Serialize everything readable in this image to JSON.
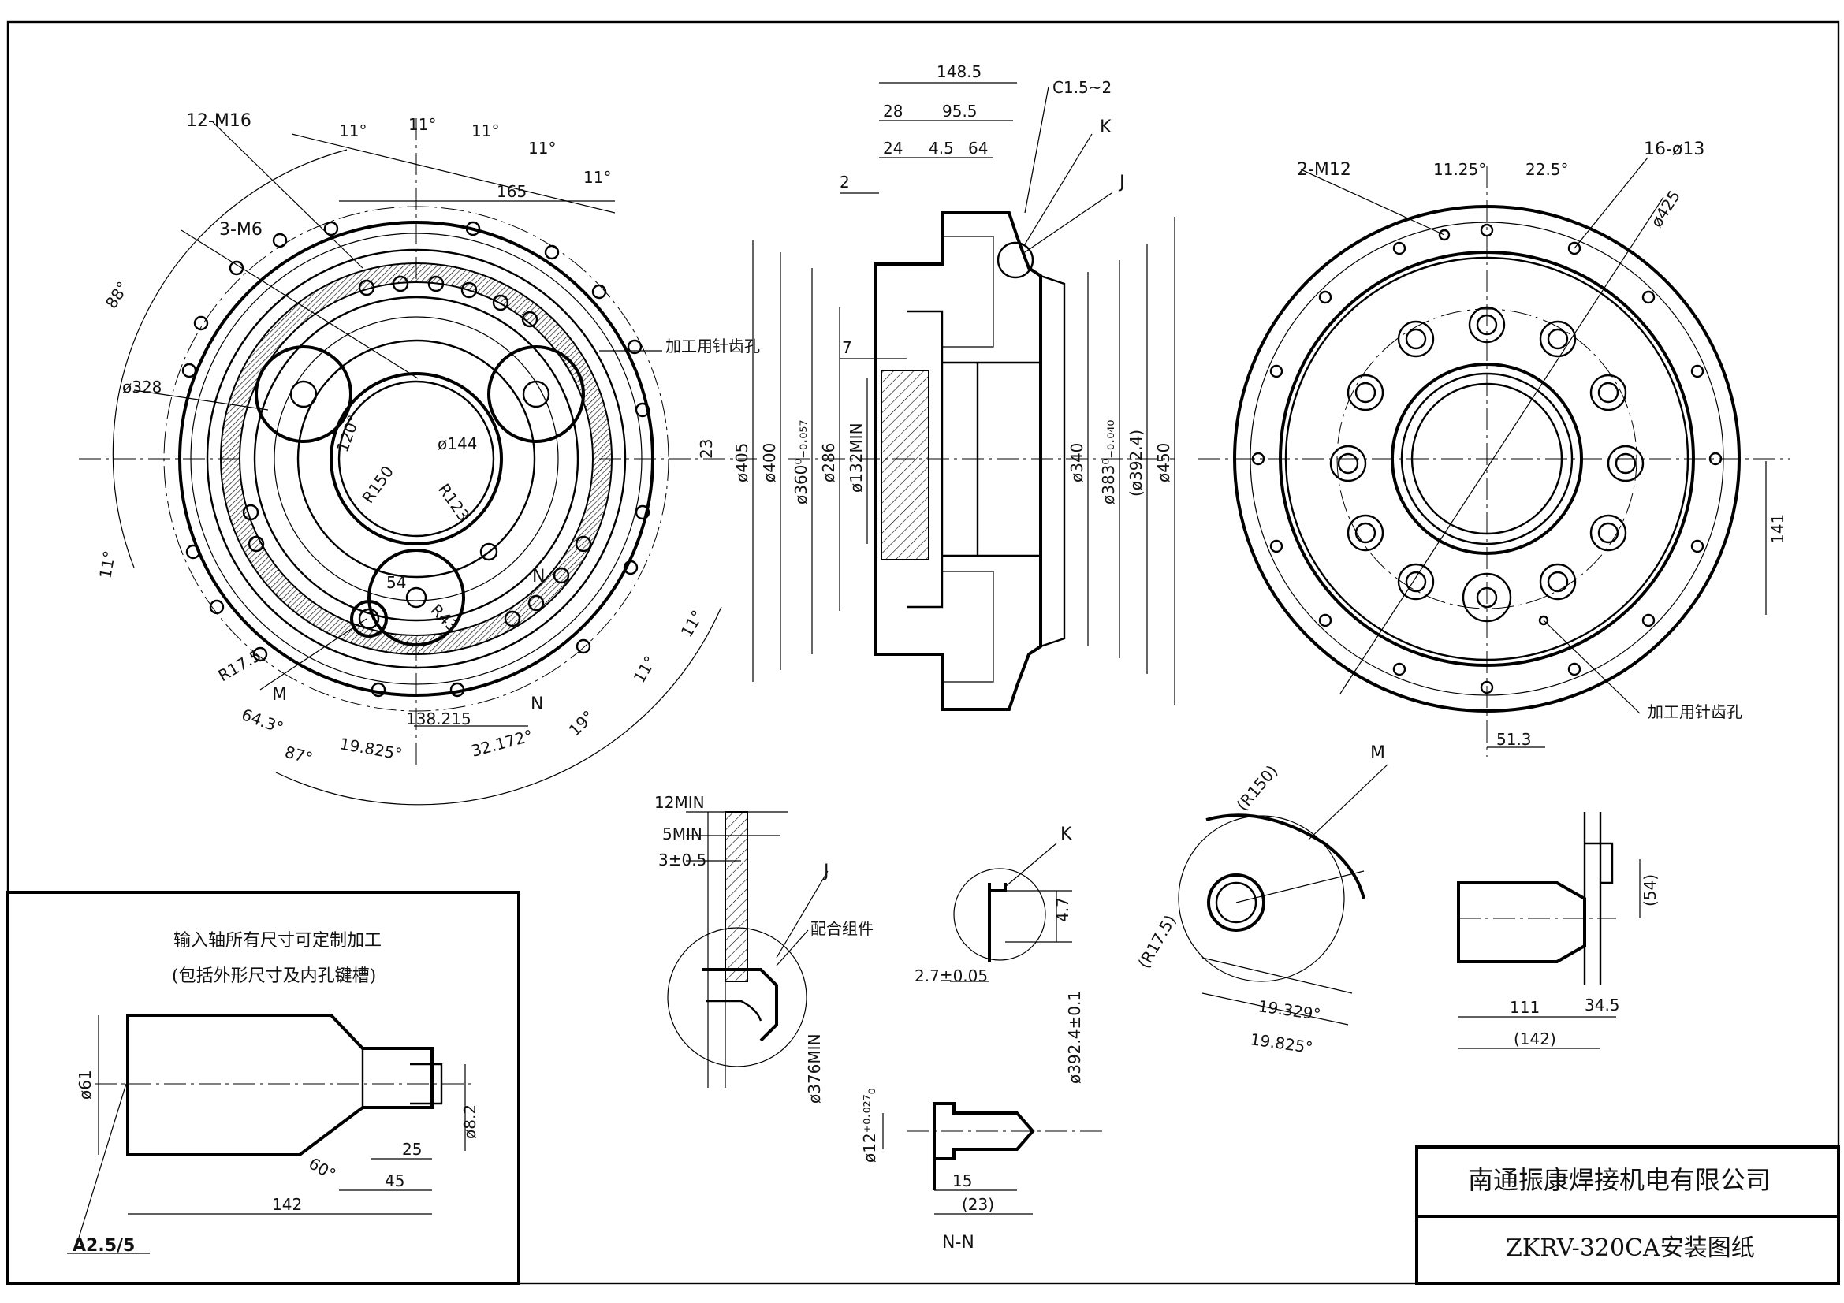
{
  "title_block": {
    "company": "南通振康焊接机电有限公司",
    "drawing_name": "ZKRV-320CA安装图纸"
  },
  "note": {
    "line1": "输入轴所有尺寸可定制加工",
    "line2": "(包括外形尺寸及内孔键槽)"
  },
  "front_view": {
    "labels": {
      "m16": "12-M16",
      "m6": "3-M6",
      "hole_note": "加工用针齿孔",
      "M": "M",
      "N_top": "N",
      "N_bot": "N"
    },
    "dims": [
      "11°",
      "11°",
      "11°",
      "11°",
      "11°",
      "88°",
      "165",
      "ø328",
      "120°",
      "ø144",
      "R150",
      "R123",
      "23",
      "54",
      "R43",
      "R17.5",
      "64.3°",
      "87°",
      "19.825°",
      "138.215",
      "32.172°",
      "19°",
      "11°",
      "11°",
      "11°"
    ]
  },
  "side_view": {
    "dims": {
      "d148": "148.5",
      "c15": "C1.5~2",
      "d28": "28",
      "d955": "95.5",
      "d24": "24",
      "d45": "4.5",
      "d64": "64",
      "d2": "2",
      "d7": "7",
      "K": "K",
      "J": "J",
      "o405": "ø405",
      "o400": "ø400",
      "o360": "ø360⁰₋₀.₀₅₇",
      "o286": "ø286",
      "o132": "ø132MIN",
      "o340": "ø340",
      "o383": "ø383⁰₋₀.₀₄₀",
      "o3924": "(ø392.4)",
      "o450": "ø450"
    }
  },
  "rear_view": {
    "dims": {
      "m12": "2-M12",
      "a1125": "11.25°",
      "a225": "22.5°",
      "h16": "16-ø13",
      "o425": "ø425",
      "d141": "141",
      "d513": "51.3",
      "hole_note": "加工用针齿孔"
    }
  },
  "detail_J": {
    "dims": {
      "min12": "12MIN",
      "min5": "5MIN",
      "tol3": "3±0.5",
      "J": "J",
      "fit": "配合组件",
      "o376": "ø376MIN"
    }
  },
  "detail_K": {
    "dims": {
      "K": "K",
      "d47": "4.7",
      "d27": "2.7±0.05",
      "o3924": "ø392.4±0.1"
    }
  },
  "detail_M": {
    "dims": {
      "M": "M",
      "r150": "(R150)",
      "r175": "(R17.5)",
      "a19329": "19.329°",
      "a19825": "19.825°"
    }
  },
  "detail_shaft_side": {
    "dims": {
      "d54": "(54)",
      "d111": "111",
      "d345": "34.5",
      "d142": "(142)"
    }
  },
  "input_shaft": {
    "dims": {
      "o61": "ø61",
      "d25": "25",
      "o82": "ø8.2",
      "a60": "60°",
      "d45": "45",
      "d142": "142",
      "center": "A2.5/5"
    }
  },
  "section_NN": {
    "dims": {
      "o12": "ø12⁺⁰·⁰²⁷₀",
      "d15": "15",
      "d23": "(23)",
      "title": "N-N"
    }
  }
}
